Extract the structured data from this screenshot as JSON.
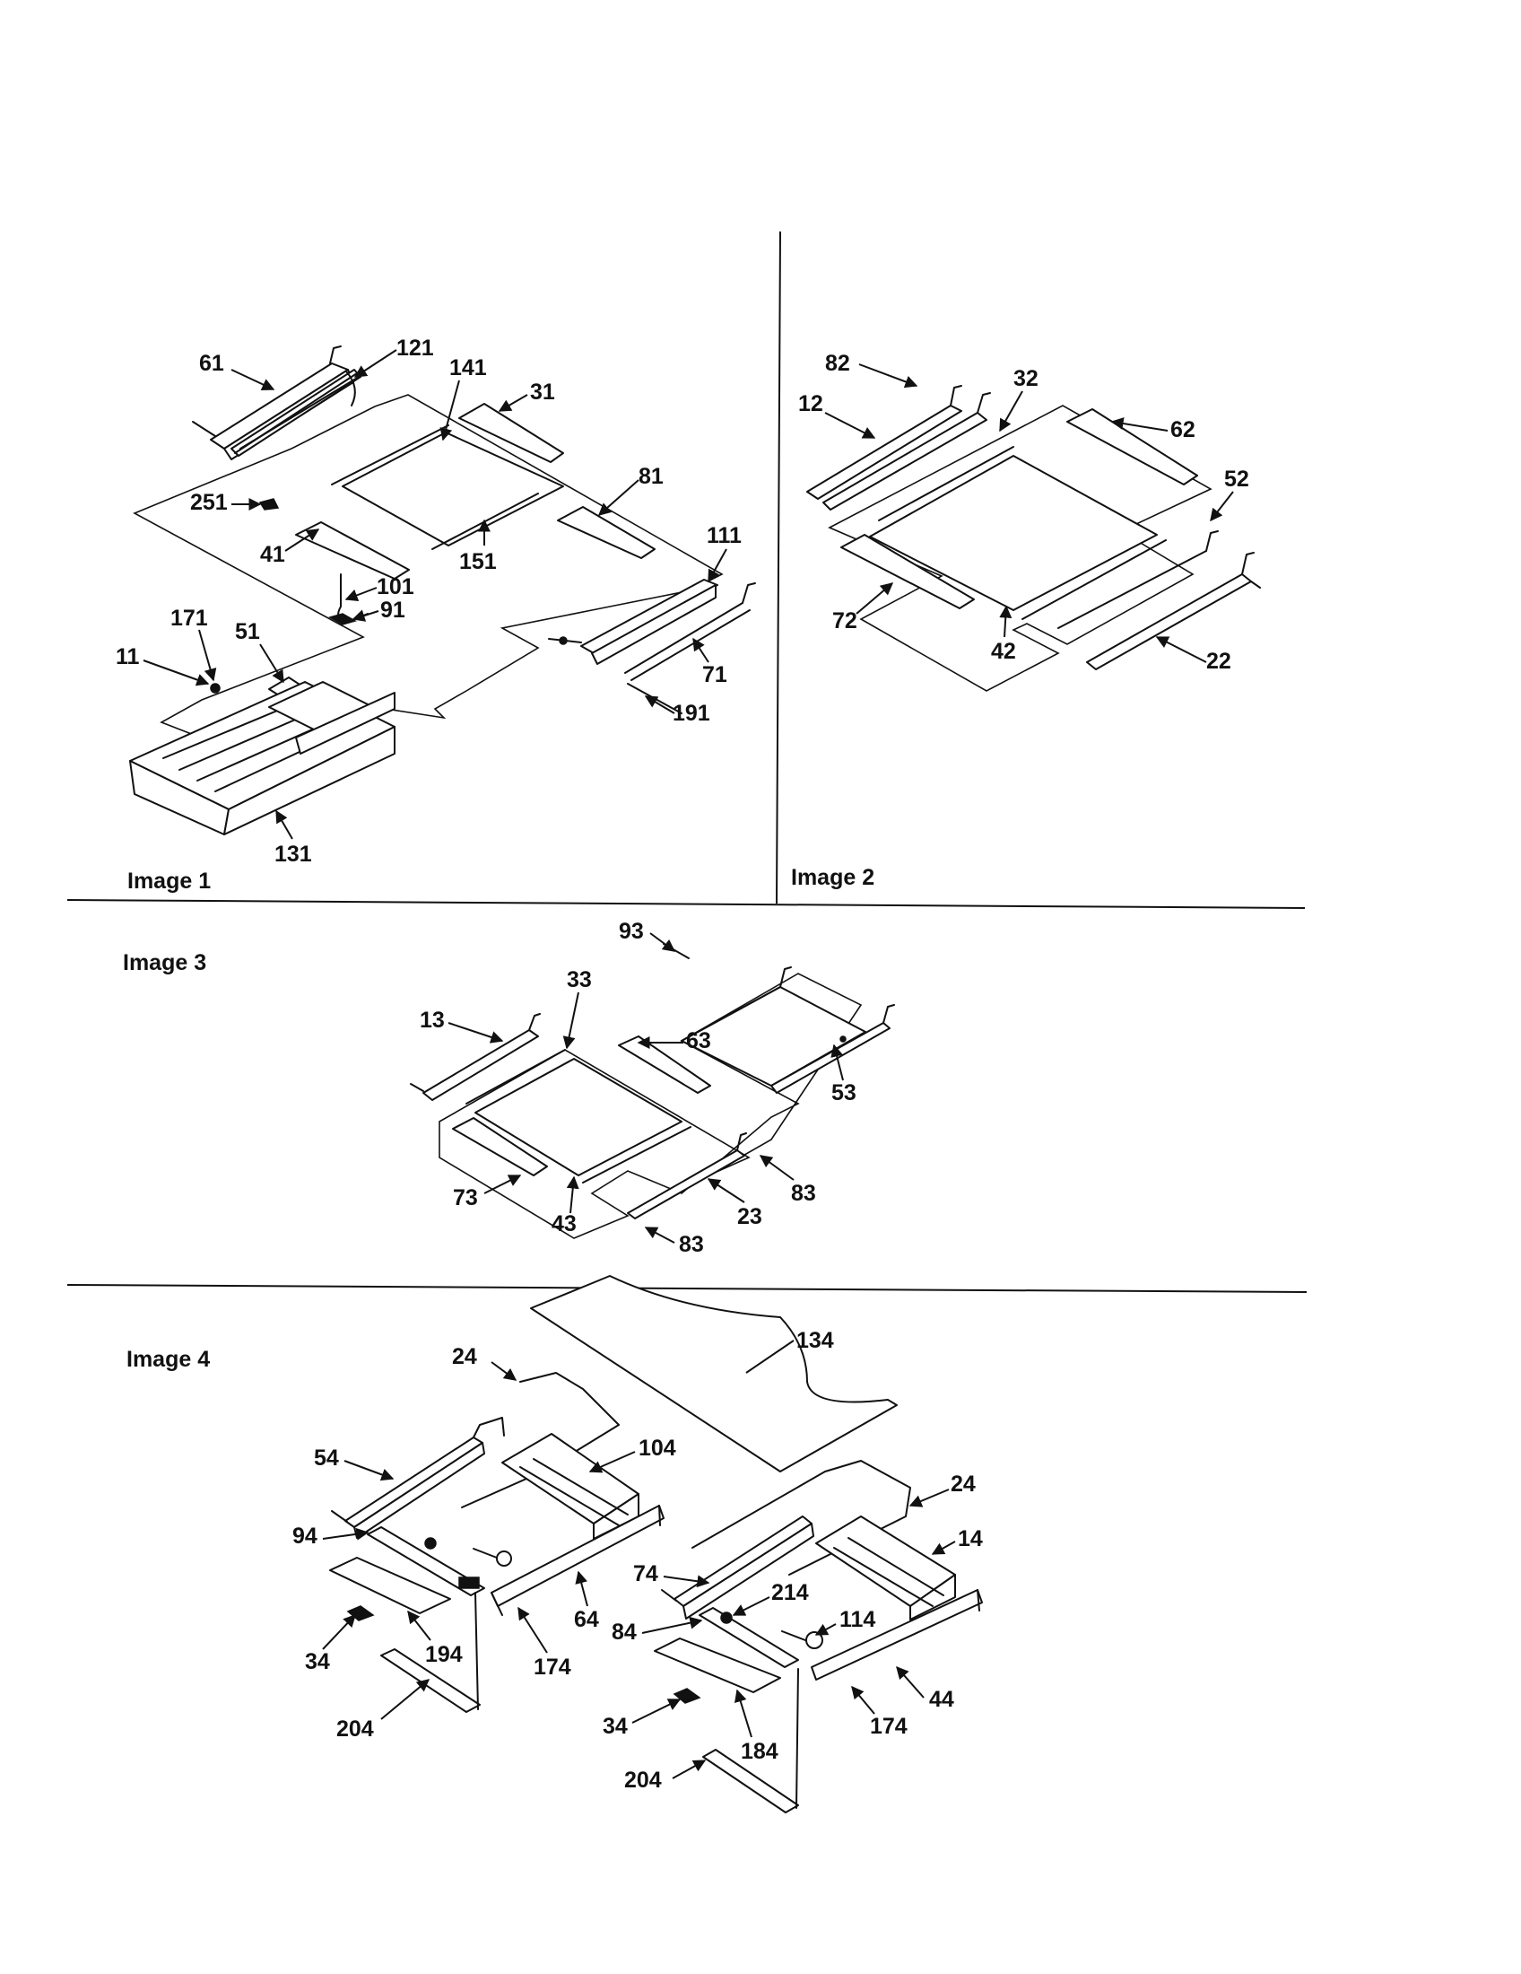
{
  "panels": [
    {
      "title": "Image 1"
    },
    {
      "title": "Image 2"
    },
    {
      "title": "Image 3"
    },
    {
      "title": "Image 4"
    }
  ],
  "callouts": {
    "p1": [
      "61",
      "121",
      "141",
      "31",
      "81",
      "251",
      "41",
      "151",
      "111",
      "101",
      "91",
      "171",
      "51",
      "11",
      "71",
      "191",
      "131"
    ],
    "p2": [
      "82",
      "12",
      "32",
      "62",
      "52",
      "72",
      "42",
      "22"
    ],
    "p3": [
      "93",
      "33",
      "13",
      "63",
      "53",
      "73",
      "43",
      "23",
      "83",
      "83"
    ],
    "p4": [
      "24",
      "134",
      "54",
      "104",
      "24",
      "14",
      "94",
      "74",
      "214",
      "64",
      "114",
      "84",
      "34",
      "194",
      "174",
      "44",
      "204",
      "174",
      "34",
      "184",
      "204"
    ]
  },
  "colors": {
    "line": "#111111",
    "background": "#ffffff"
  }
}
